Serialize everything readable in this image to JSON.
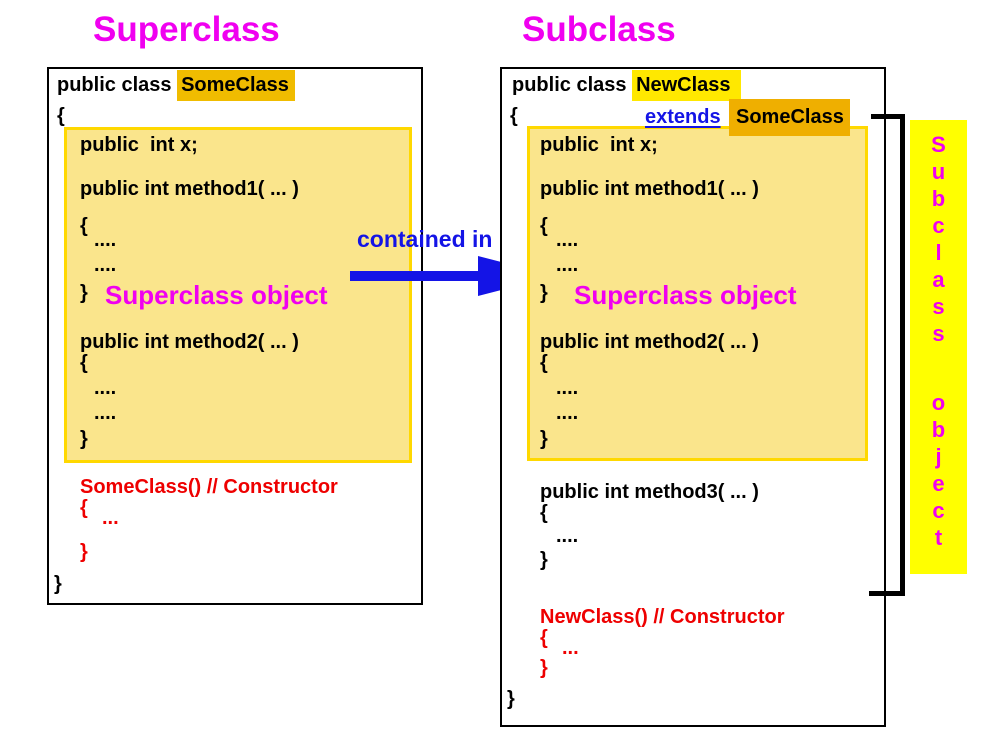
{
  "titles": {
    "left": "Superclass",
    "right": "Subclass"
  },
  "colors": {
    "title_magenta": "#F000F0",
    "arrow_blue": "#1414E6",
    "constructor_red": "#EE0000",
    "highlight_amber": "#F0BC00",
    "highlight_amber_dark": "#EFAF00",
    "highlight_yellow": "#FFE800",
    "object_box_fill": "#FAE58C",
    "object_box_border": "#FFD800",
    "side_bar_yellow": "#FFFF00"
  },
  "object_box": {
    "field_decl": "public  int x;",
    "method1_sig": "public int method1( ... )",
    "open_brace": "{",
    "dots": "....",
    "close_brace": "}",
    "label": "Superclass object",
    "method2_sig": "public int method2( ... )"
  },
  "left_box": {
    "class_decl_prefix": "public class ",
    "class_name": "SomeClass",
    "open_brace": "{",
    "constructor": "SomeClass() // Constructor",
    "constructor_open": "{",
    "constructor_dots": "...",
    "constructor_close": "}",
    "close_brace": "}"
  },
  "right_box": {
    "class_decl_prefix": "public class ",
    "class_name": "NewClass",
    "open_brace": "{",
    "extends_keyword": "extends",
    "extends_target": "SomeClass",
    "method3_sig": "public int method3( ... )",
    "method3_open": "{",
    "method3_dots": "....",
    "method3_close": "}",
    "constructor": "NewClass() // Constructor",
    "constructor_open": "{",
    "constructor_dots": "...",
    "constructor_close": "}",
    "close_brace": "}"
  },
  "arrow": {
    "label": "contained in"
  },
  "side_label": {
    "text": "Subclass object",
    "letters": [
      "S",
      "u",
      "b",
      "c",
      "l",
      "a",
      "s",
      "s",
      "",
      "o",
      "b",
      "j",
      "e",
      "c",
      "t"
    ]
  }
}
